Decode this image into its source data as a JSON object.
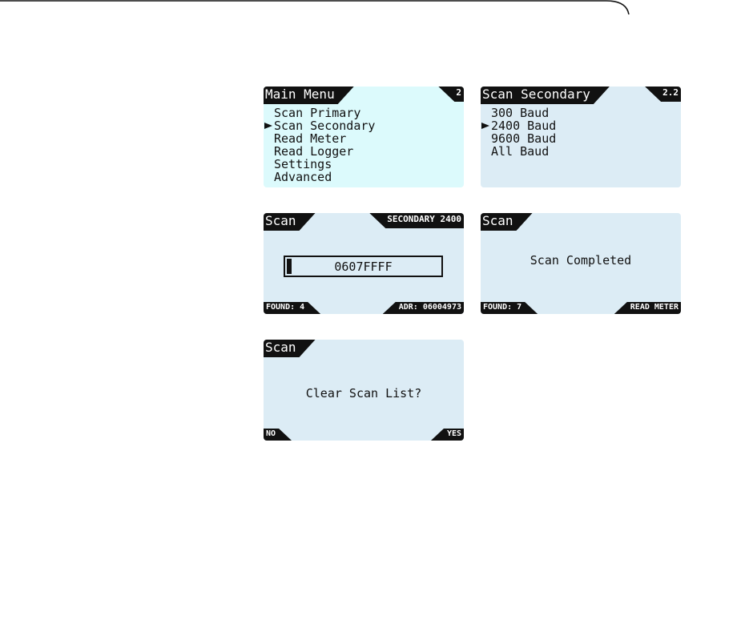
{
  "screens": {
    "main_menu": {
      "title": "Main Menu",
      "number": "2",
      "items": [
        "Scan Primary",
        "Scan Secondary",
        "Read Meter",
        "Read Logger",
        "Settings",
        "Advanced"
      ]
    },
    "scan_secondary": {
      "title": "Scan Secondary",
      "number": "2.2",
      "items": [
        "300 Baud",
        "2400 Baud",
        "9600 Baud",
        "All Baud"
      ]
    },
    "scan_progress": {
      "title": "Scan",
      "mode": "SECONDARY 2400",
      "progress_value": "0607FFFF",
      "progress_fraction": 0.03,
      "found": "FOUND: 4",
      "address": "ADR: 06004973"
    },
    "scan_completed": {
      "title": "Scan",
      "message": "Scan Completed",
      "found": "FOUND: 7",
      "action": "READ METER"
    },
    "clear_scan": {
      "title": "Scan",
      "message": "Clear Scan List?",
      "no_label": "NO",
      "yes_label": "YES"
    }
  },
  "colors": {
    "screen_bg": "#dcecf5",
    "screen_bg_menu": "#dcfafc",
    "tab_bg": "#111111",
    "tab_text": "#ffffff"
  }
}
